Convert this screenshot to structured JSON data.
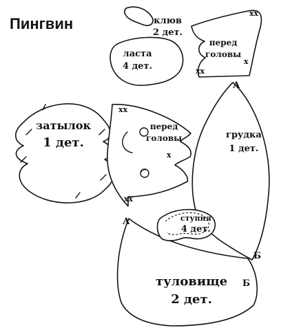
{
  "title": "Пингвин",
  "pieces": {
    "beak": {
      "name": "клюв",
      "count": "2 дет."
    },
    "flipper": {
      "name": "ласта",
      "count": "4 дет."
    },
    "head_front_top": {
      "name": "перед",
      "name2": "головы"
    },
    "nape": {
      "name": "затылок",
      "count": "1 дет."
    },
    "head_front": {
      "name": "перед",
      "name2": "головы"
    },
    "chest": {
      "name": "грудка",
      "count": "1 дет."
    },
    "foot": {
      "name": "ступня",
      "count": "4 дет."
    },
    "body": {
      "name": "туловище",
      "count": "2 дет."
    }
  },
  "marks": {
    "xx": "хх",
    "x": "х",
    "A": "А",
    "B": "Б"
  }
}
